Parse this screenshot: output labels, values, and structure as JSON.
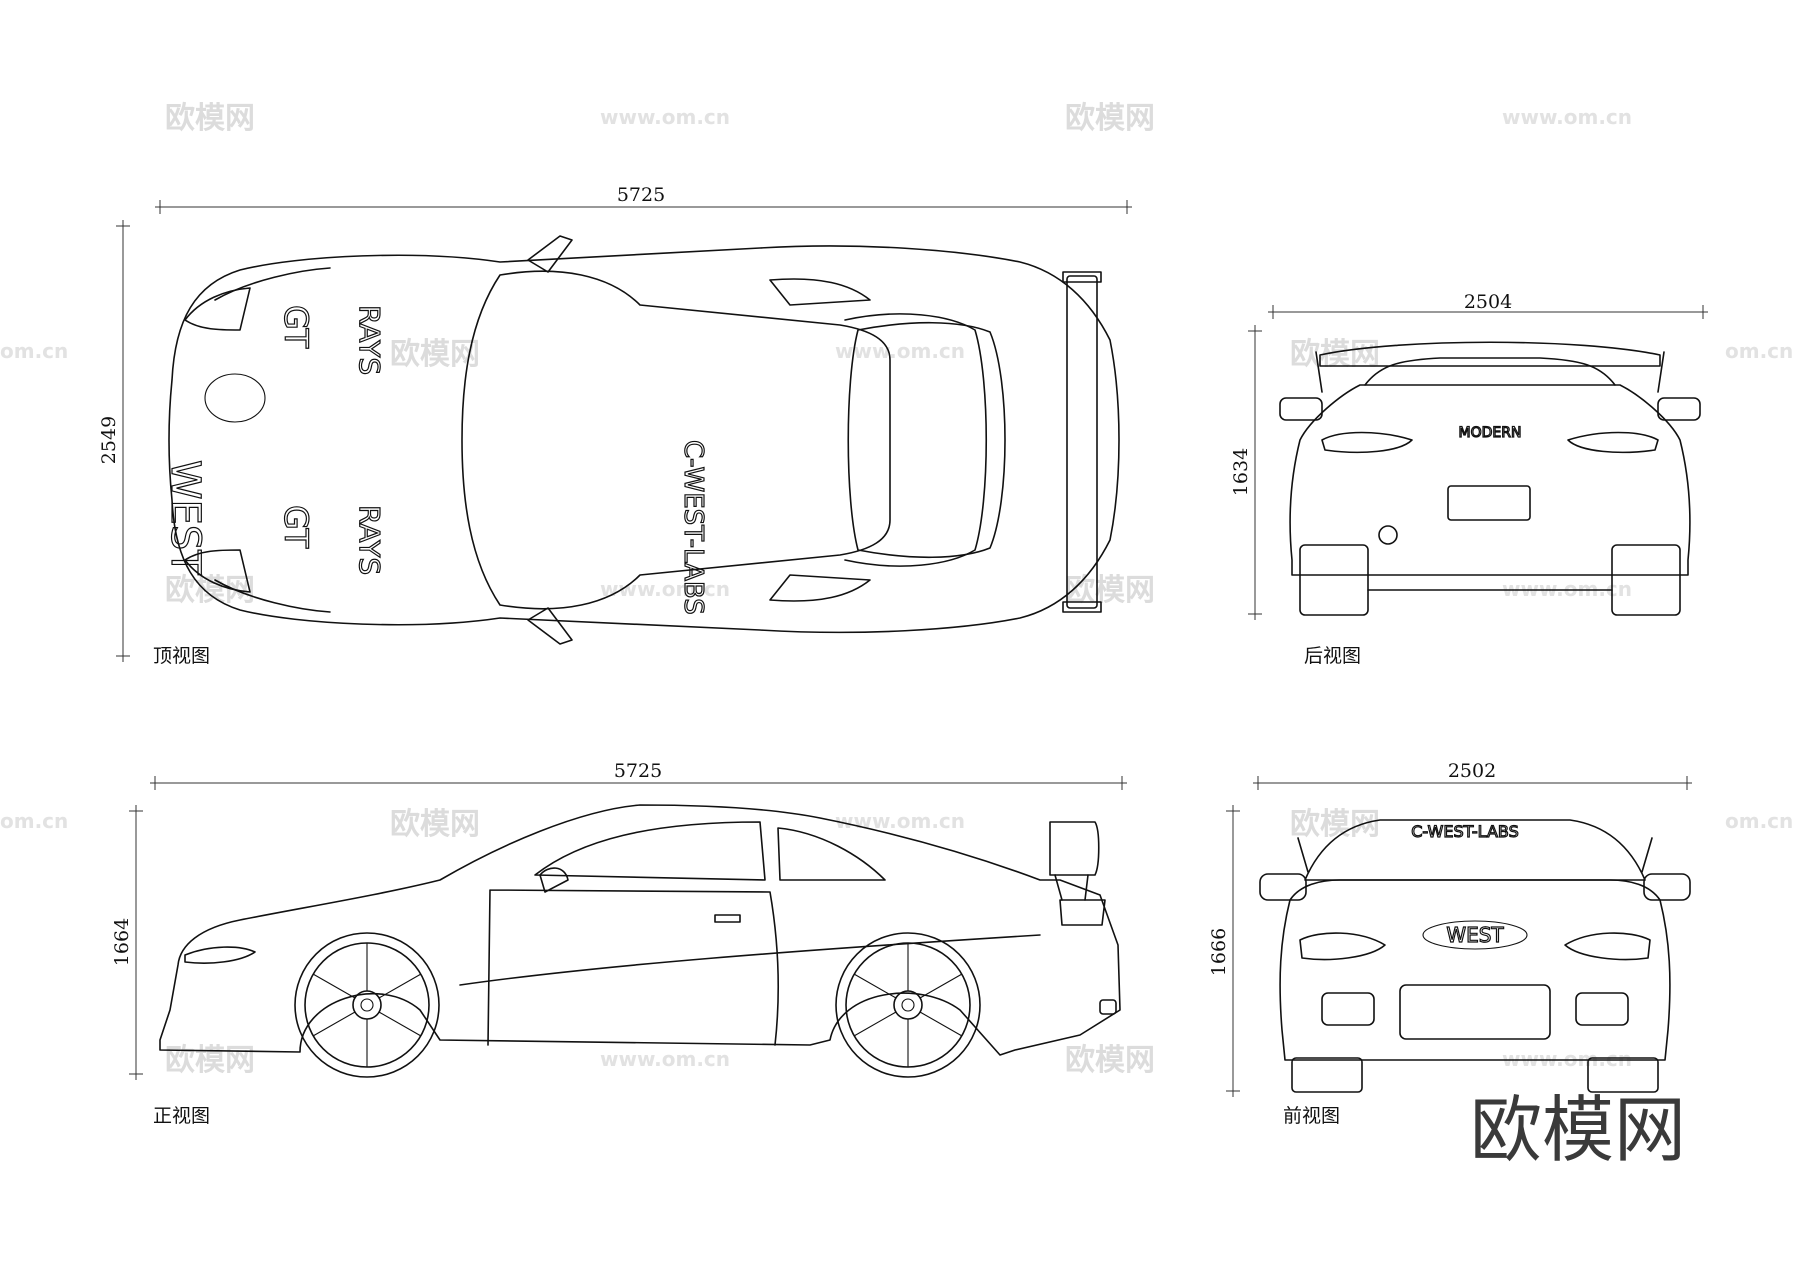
{
  "views": {
    "top": {
      "title": "顶视图",
      "length": "5725",
      "width": "2549"
    },
    "rear": {
      "title": "后视图",
      "width": "2504",
      "height": "1634"
    },
    "side": {
      "title": "正视图",
      "length": "5725",
      "height": "1664"
    },
    "front": {
      "title": "前视图",
      "width": "2502",
      "height": "1666"
    }
  },
  "livery": {
    "hood_brand": "C-WEST-LABS",
    "hood_word": "WEST",
    "rear_badge": "MODERN",
    "side_text_1": "GT",
    "side_text_2": "RAYS"
  },
  "watermark": {
    "brand": "欧模网",
    "url": "www.om.cn",
    "url_short": "om.cn"
  },
  "logo": {
    "text": "欧模网"
  }
}
